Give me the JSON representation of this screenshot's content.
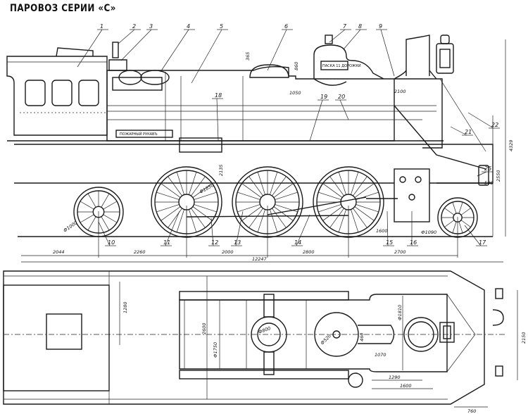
{
  "title": "ПАРОВОЗ СЕРИИ «С»",
  "plates": {
    "fire_hose": "ПОЖАРНЫЙ РУКАВЪ",
    "sandbox": "ПАСКА 11 ДОРОЖКИ"
  },
  "callouts": [
    "1",
    "2",
    "3",
    "4",
    "5",
    "6",
    "7",
    "8",
    "9",
    "10",
    "11",
    "12",
    "13",
    "14",
    "15",
    "16",
    "17",
    "18",
    "19",
    "20",
    "21",
    "22",
    "25"
  ],
  "side_dims": {
    "d1": "2044",
    "d2": "2260",
    "d3": "2000",
    "d4": "2800",
    "d5": "2700",
    "total": "12247",
    "h_total": "4329",
    "h_axis": "2550",
    "h_boiler": "2135",
    "dome_h": "860",
    "dome_w": "1050",
    "stack": "2100",
    "cab_gap": "365",
    "wheel_trailing": "Ф1000",
    "wheel_driver": "Ф1850",
    "wheel_pony": "Ф1090",
    "pony_off": "1600",
    "buffer": "548"
  },
  "plan_dims": {
    "a": "1280",
    "b": "2600",
    "c": "Ф1750",
    "d": "Ф800",
    "e": "Ф520",
    "f": "460",
    "g": "1070",
    "h": "Ф1810",
    "i": "1290",
    "j": "1600",
    "k": "2150",
    "l": "760"
  }
}
